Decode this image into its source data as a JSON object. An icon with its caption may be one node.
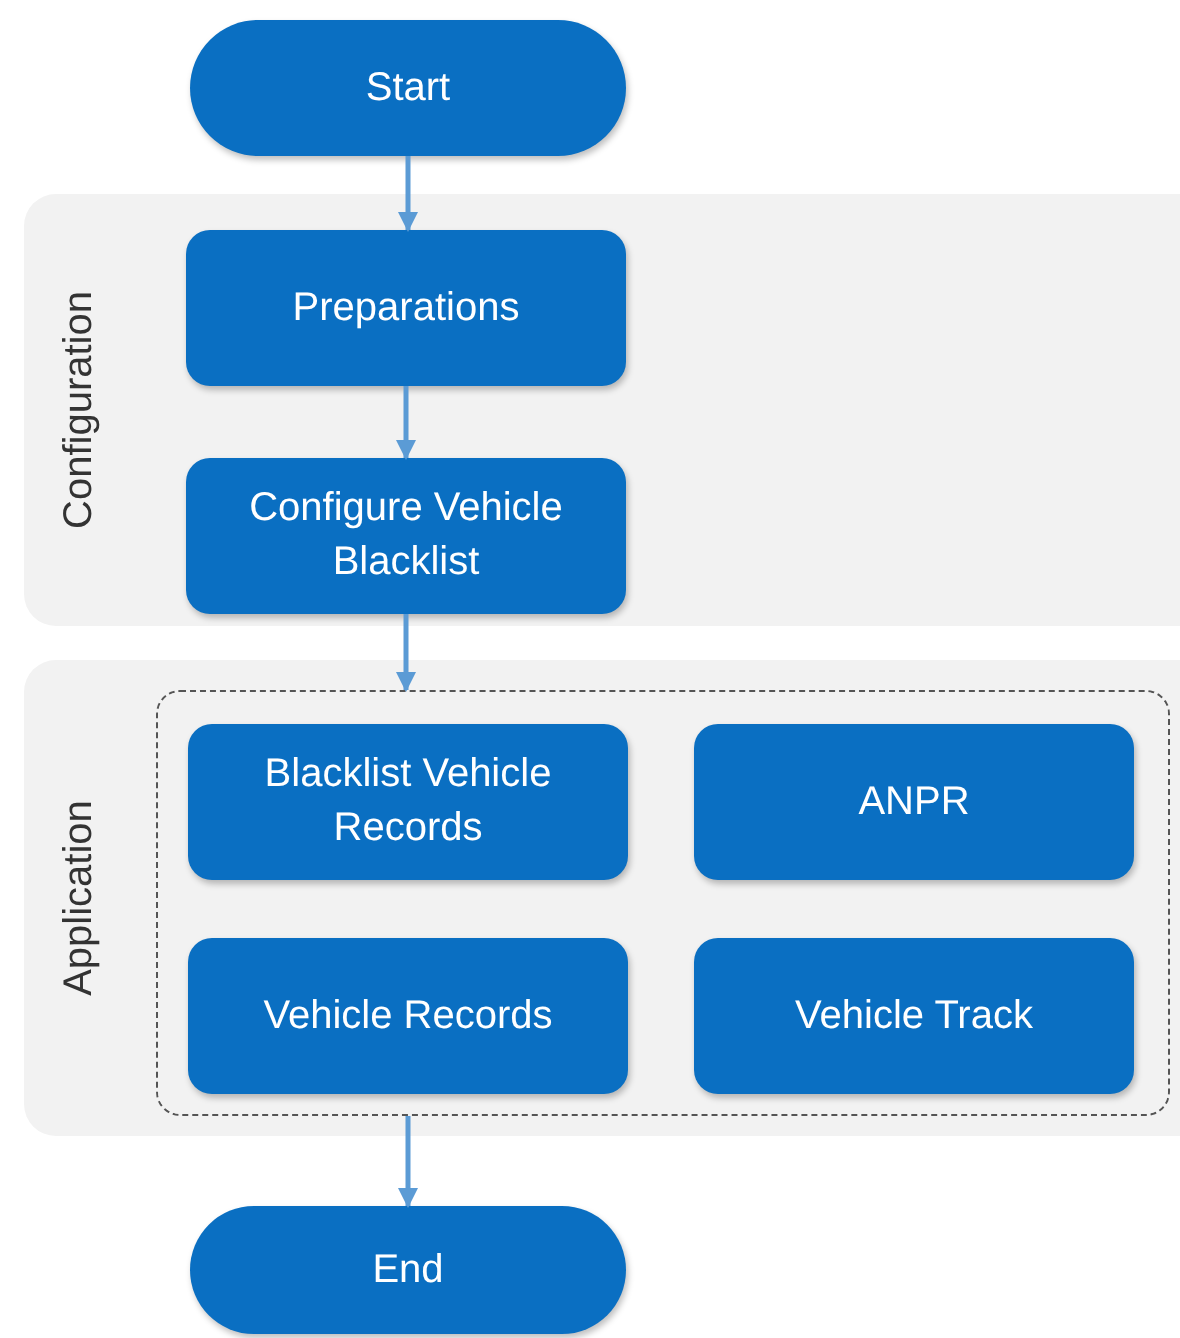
{
  "diagram": {
    "nodes": [
      {
        "text": [
          "Start"
        ]
      },
      {
        "text": [
          "Configuration"
        ]
      },
      {
        "text": [
          "Preparations"
        ],
        "in": 1
      },
      {
        "text": [
          "Configure Vehicle Blacklist"
        ],
        "in": 1
      },
      {
        "text": [
          "Application"
        ]
      },
      {
        "text": [],
        "shape": "box",
        "in": 4
      },
      {
        "text": [
          "Blacklist Vehicle Records"
        ],
        "in": 5
      },
      {
        "text": [
          "ANPR"
        ],
        "in": 5
      },
      {
        "text": [
          "Vehicle Records"
        ],
        "in": 5
      },
      {
        "text": [
          "Vehicle Track"
        ],
        "in": 5
      },
      {
        "text": [
          "End"
        ]
      }
    ],
    "edges": [
      {
        "from": 0,
        "to": 2,
        "arrow": "to"
      },
      {
        "from": 2,
        "to": 3,
        "arrow": "to"
      },
      {
        "from": 3,
        "to": 5,
        "arrow": "to"
      },
      {
        "from": 5,
        "to": 10,
        "arrow": "to"
      }
    ]
  }
}
